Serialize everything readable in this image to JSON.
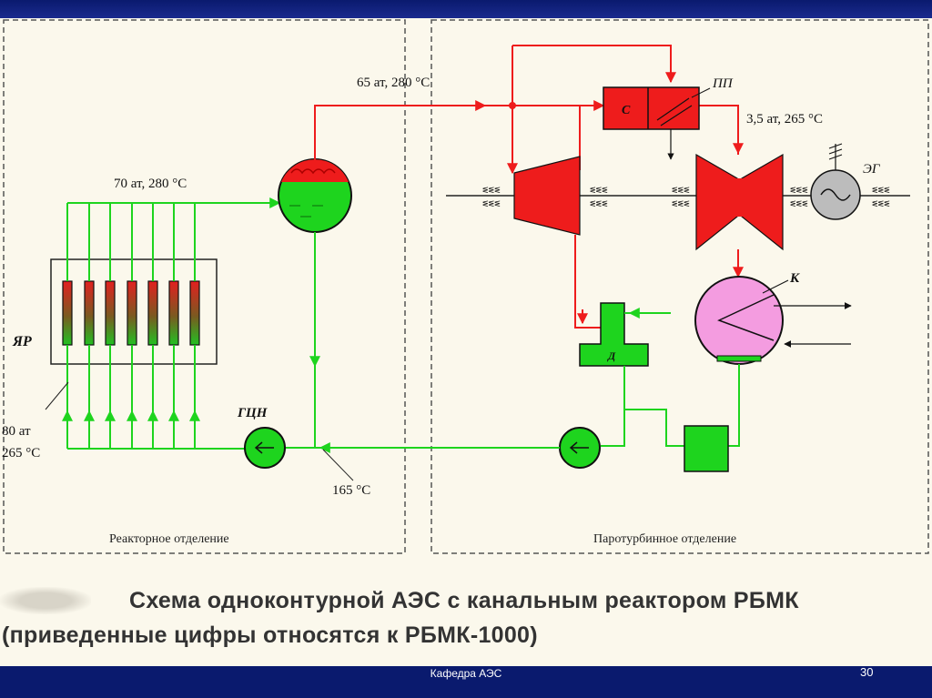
{
  "labels": {
    "steam_top": "65 ат, 280 °C",
    "steam_drum": "70 ат, 280 °C",
    "reheat": "3,5 ат, 265 °C",
    "inlet_pressure": "80 ат",
    "inlet_temp": "265 °C",
    "return_temp": "165 °C",
    "reactor": "ЯР",
    "main_pump": "ГЦН",
    "separator": "С",
    "reheater": "ПП",
    "generator": "ЭГ",
    "condenser": "К",
    "deaerator": "Д"
  },
  "sections": {
    "reactor": "Реакторное отделение",
    "turbine": "Паротурбинное отделение"
  },
  "caption": {
    "line1": "Схема одноконтурной АЭС с канальным реактором РБМК",
    "line2": "(приведенные цифры относятся к РБМК-1000)"
  },
  "footer": {
    "department": "Кафедра АЭС",
    "page": "30"
  },
  "colors": {
    "steam": "#ee1c1c",
    "water": "#1ed41e",
    "condenser": "#f49ce0",
    "generator": "#bcbcbc"
  }
}
